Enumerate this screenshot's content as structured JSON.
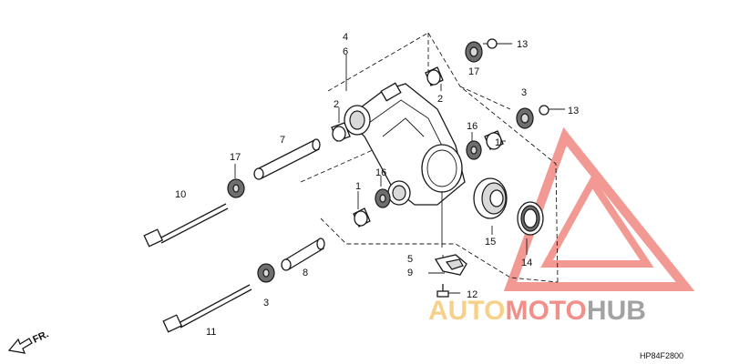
{
  "callouts": {
    "c4": "4",
    "c6": "6",
    "c2a": "2",
    "c2b": "2",
    "c13a": "13",
    "c13b": "13",
    "c17a": "17",
    "c17b": "17",
    "c3a": "3",
    "c3b": "3",
    "c16a": "16",
    "c16b": "16",
    "c1a": "1",
    "c1b": "1",
    "c7": "7",
    "c10": "10",
    "c15": "15",
    "c14": "14",
    "c5": "5",
    "c9": "9",
    "c8": "8",
    "c12": "12",
    "c11": "11"
  },
  "front_label": "FR.",
  "diagram_code": "HP84F2800",
  "watermark": {
    "part1": "AUTO",
    "part2": "MOTO",
    "part3": "HUB",
    "color_orange": "#f2b33d",
    "color_red": "#e8463c",
    "color_gray": "#666666"
  }
}
